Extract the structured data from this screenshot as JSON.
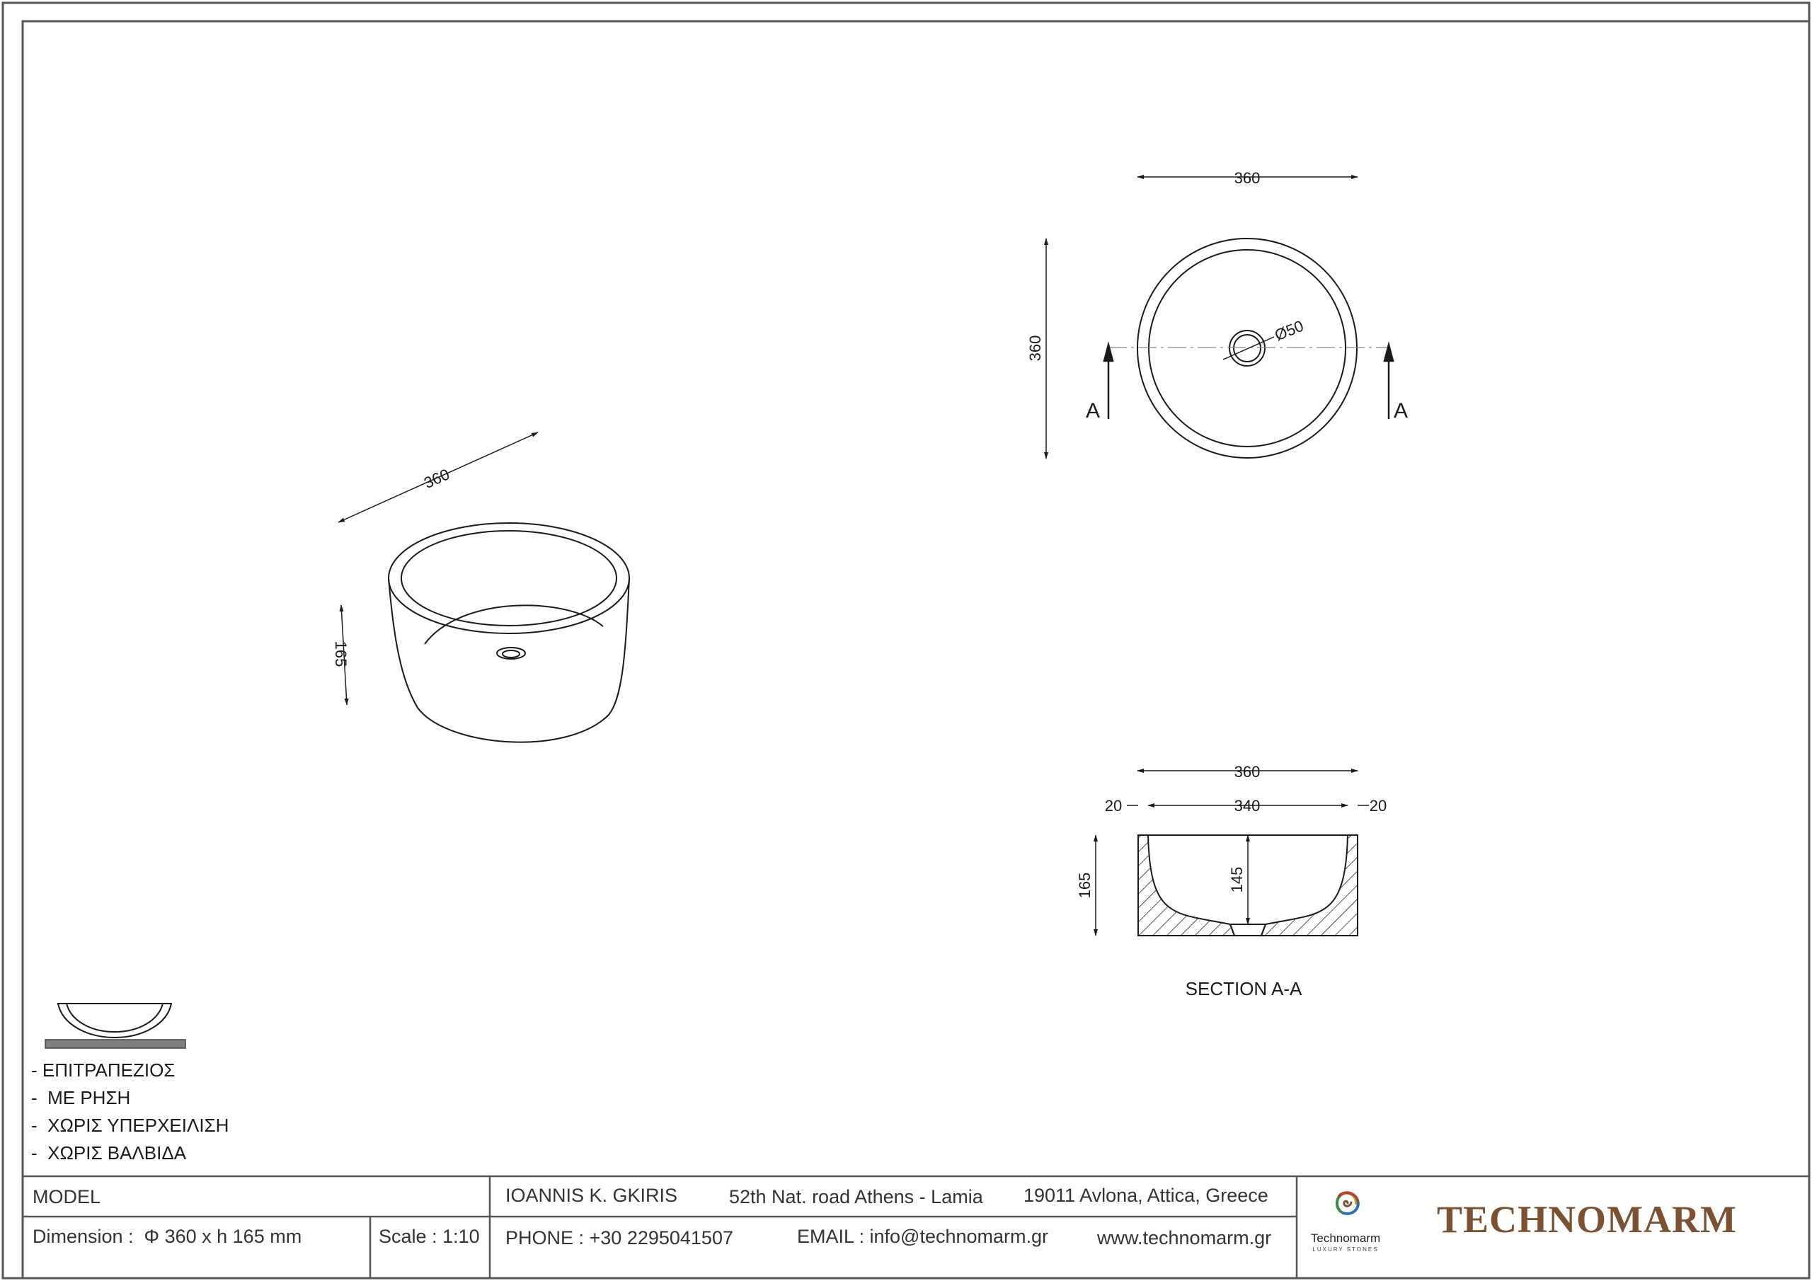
{
  "colors": {
    "line": "#1a1a1a",
    "brand": "#7a5232",
    "frame": "#555555",
    "countertop": "#7f7f7f"
  },
  "iso_view": {
    "width_dim": "360",
    "height_dim": "165"
  },
  "top_view": {
    "width_dim": "360",
    "height_dim": "360",
    "drain_dim": "Ø50",
    "section_mark_left": "A",
    "section_mark_right": "A"
  },
  "section_view": {
    "overall_width": "360",
    "wall_left": "20",
    "inner_width": "340",
    "wall_right": "20",
    "height": "165",
    "inner_depth": "145",
    "title": "SECTION  A-A"
  },
  "notes": [
    "- ΕΠΙΤΡΑΠΕΖΙΟΣ",
    "-  ΜΕ ΡΗΣΗ",
    "-  ΧΩΡΙΣ ΥΠΕΡΧΕΙΛΙΣΗ",
    "-  ΧΩΡΙΣ ΒΑΛΒΙΔΑ"
  ],
  "title_block": {
    "model_label": "MODEL",
    "dimension": "Dimension :  Φ 360 x h 165 mm",
    "scale": "Scale : 1:10",
    "company": "IOANNIS K. GKIRIS",
    "road": "52th Nat. road Athens - Lamia",
    "city": "19011 Avlona, Attica, Greece",
    "phone": "PHONE : +30 2295041507",
    "email": "EMAIL : info@technomarm.gr",
    "web": "www.technomarm.gr",
    "logo_name": "Technomarm",
    "logo_tagline": "LUXURY STONES",
    "brand": "TECHNOMARM"
  }
}
